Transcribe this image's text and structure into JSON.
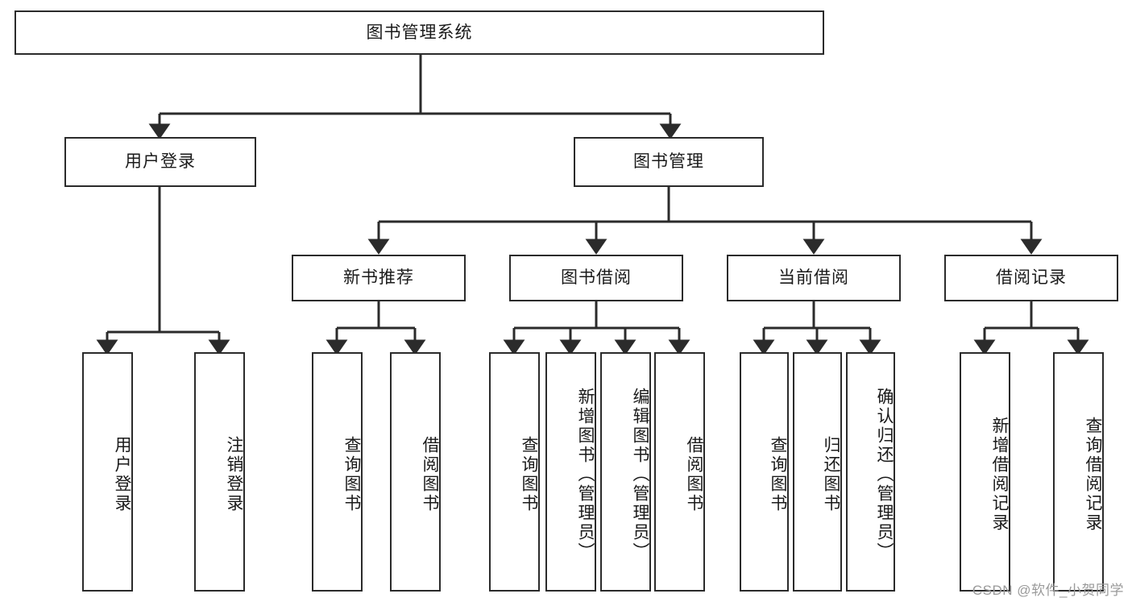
{
  "diagram": {
    "type": "hierarchy-tree",
    "title": "图书管理系统",
    "orientation": "top-down",
    "colors": {
      "box_border": "#2b2b2b",
      "box_fill": "#ffffff",
      "connector": "#2b2b2b",
      "text": "#1a1a1a",
      "watermark": "#9a9a9a"
    },
    "root": {
      "label": "图书管理系统"
    },
    "level2": [
      {
        "label": "用户登录"
      },
      {
        "label": "图书管理"
      }
    ],
    "level3": [
      {
        "label": "新书推荐"
      },
      {
        "label": "图书借阅"
      },
      {
        "label": "当前借阅"
      },
      {
        "label": "借阅记录"
      }
    ],
    "leaves": {
      "user_login": [
        {
          "label": "用户登录"
        },
        {
          "label": "注销登录"
        }
      ],
      "new_book_recommend": [
        {
          "label": "查询图书"
        },
        {
          "label": "借阅图书"
        }
      ],
      "book_borrow": [
        {
          "label": "查询图书"
        },
        {
          "label": "新增图书（管理员）"
        },
        {
          "label": "编辑图书（管理员）"
        },
        {
          "label": "借阅图书"
        }
      ],
      "current_borrow": [
        {
          "label": "查询图书"
        },
        {
          "label": "归还图书"
        },
        {
          "label": "确认归还（管理员）"
        }
      ],
      "borrow_record": [
        {
          "label": "新增借阅记录"
        },
        {
          "label": "查询借阅记录"
        }
      ]
    }
  },
  "watermark": {
    "text": "CSDN @软件_小贺同学"
  }
}
